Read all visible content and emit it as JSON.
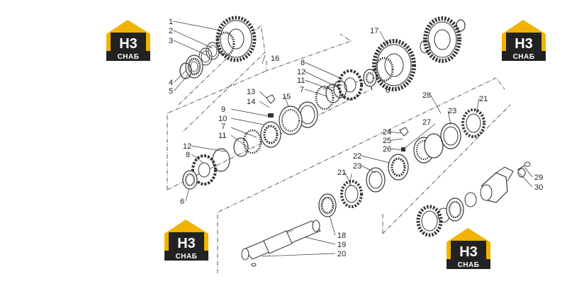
{
  "logo": {
    "mark": "Н3",
    "sub": "СНАБ",
    "color_gold": "#f0b400",
    "color_dark": "#222222"
  },
  "callouts": [
    "1",
    "2",
    "3",
    "4",
    "5",
    "6",
    "7",
    "8",
    "9",
    "10",
    "11",
    "12",
    "13",
    "14",
    "15",
    "16",
    "17",
    "18",
    "19",
    "20",
    "21",
    "22",
    "23",
    "24",
    "25",
    "26",
    "27",
    "28",
    "29",
    "30"
  ]
}
